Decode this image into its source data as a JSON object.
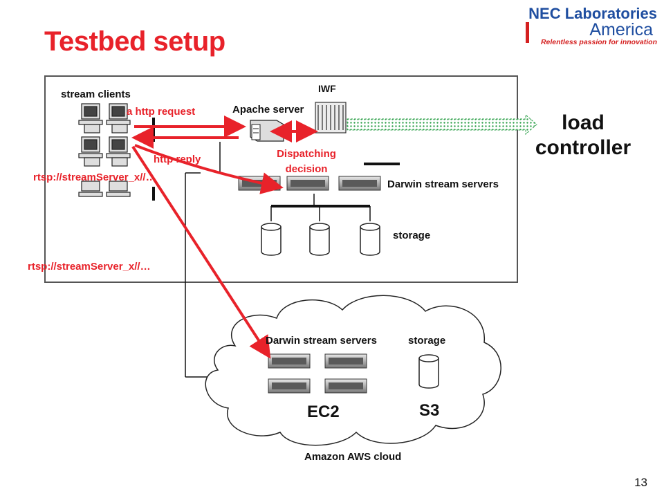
{
  "title": "Testbed setup",
  "logo": {
    "line1": "NEC Laboratories",
    "line2": "America",
    "tagline": "Relentless passion for innovation"
  },
  "labels": {
    "stream_clients": "stream clients",
    "iwf": "IWF",
    "apache_server": "Apache server",
    "darwin_servers_local": "Darwin stream servers",
    "storage_local": "storage",
    "darwin_servers_cloud": "Darwin stream servers",
    "storage_cloud": "storage",
    "ec2": "EC2",
    "s3": "S3",
    "aws_cloud": "Amazon AWS cloud",
    "load_controller": "load controller"
  },
  "annotations": {
    "http_request": "a http request",
    "http_reply": "http reply",
    "dispatching": "Dispatching decision",
    "rtsp_local": "rtsp://streamServer_x//…",
    "rtsp_cloud": "rtsp://streamServer_x//…"
  },
  "page_number": "13",
  "colors": {
    "accent": "#e8222a",
    "brand": "#1f4ea0",
    "dashed_arrow": "#2ea04a"
  }
}
